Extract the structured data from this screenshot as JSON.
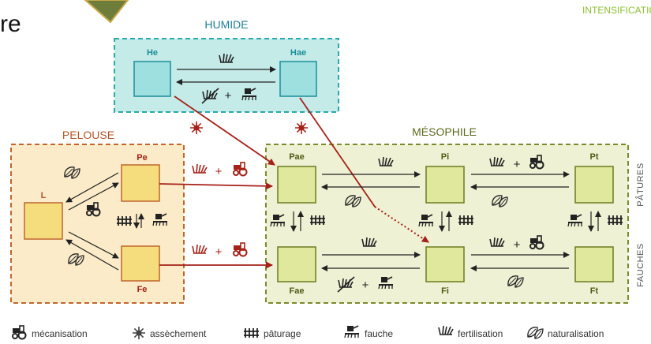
{
  "header": {
    "left_fragment": "re",
    "right_label": "INTENSIFICATION"
  },
  "zones": {
    "humide": "HUMIDE",
    "pelouse": "PELOUSE",
    "mesophile": "MÉSOPHILE"
  },
  "nodes": {
    "He": "He",
    "Hae": "Hae",
    "L": "L",
    "Pe": "Pe",
    "Fe": "Fe",
    "Pae": "Pae",
    "Pi": "Pi",
    "Pt": "Pt",
    "Fae": "Fae",
    "Fi": "Fi",
    "Ft": "Ft"
  },
  "side_labels": {
    "pastures": "PÂTURES",
    "mowing": "FAUCHES"
  },
  "edge_symbols": {
    "plus": "+"
  },
  "legend": [
    {
      "icon": "tractor-icon",
      "label": "mécanisation"
    },
    {
      "icon": "drainage-icon",
      "label": "assèchement"
    },
    {
      "icon": "grazing-fence-icon",
      "label": "pâturage"
    },
    {
      "icon": "mower-icon",
      "label": "fauche"
    },
    {
      "icon": "grass-fertilization-icon",
      "label": "fertilisation"
    },
    {
      "icon": "leaves-naturalisation-icon",
      "label": "naturalisation"
    }
  ],
  "colors": {
    "humide_fill": "#c4ebe8",
    "humide_stroke": "#2aa8ac",
    "humide_node": "#9ee0e0",
    "pelouse_fill": "#fbebc8",
    "pelouse_stroke": "#c0662e",
    "pelouse_node": "#f5dd7e",
    "meso_fill": "#eef1d3",
    "meso_stroke": "#7d8a2c",
    "meso_node": "#dfe89c",
    "accent_red": "#a52119",
    "intensification": "#8cbf30"
  }
}
